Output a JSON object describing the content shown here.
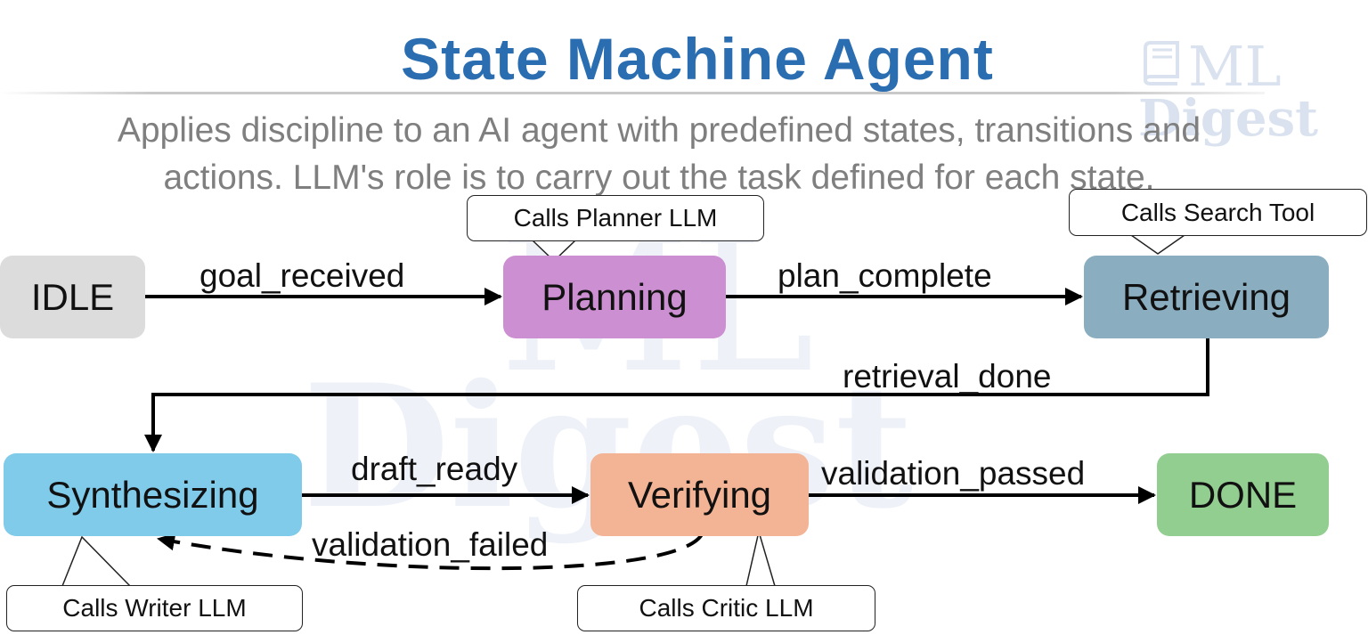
{
  "header": {
    "title": "State Machine Agent",
    "subtitle_line1": "Applies discipline to an AI agent with predefined states, transitions and",
    "subtitle_line2": "actions. LLM's role is to carry out the task defined for each state."
  },
  "logo": {
    "line1": "ML",
    "line2": "Digest"
  },
  "states": {
    "idle": {
      "label": "IDLE",
      "color": "#dcdcdc"
    },
    "planning": {
      "label": "Planning",
      "color": "#cc8fd1"
    },
    "retrieving": {
      "label": "Retrieving",
      "color": "#8aaec0"
    },
    "synthesizing": {
      "label": "Synthesizing",
      "color": "#80caea"
    },
    "verifying": {
      "label": "Verifying",
      "color": "#f3b395"
    },
    "done": {
      "label": "DONE",
      "color": "#93ce91"
    }
  },
  "transitions": {
    "goal_received": "goal_received",
    "plan_complete": "plan_complete",
    "retrieval_done": "retrieval_done",
    "draft_ready": "draft_ready",
    "validation_passed": "validation_passed",
    "validation_failed": "validation_failed"
  },
  "callouts": {
    "planner": "Calls Planner LLM",
    "search": "Calls Search Tool",
    "writer": "Calls Writer LLM",
    "critic": "Calls Critic LLM"
  }
}
